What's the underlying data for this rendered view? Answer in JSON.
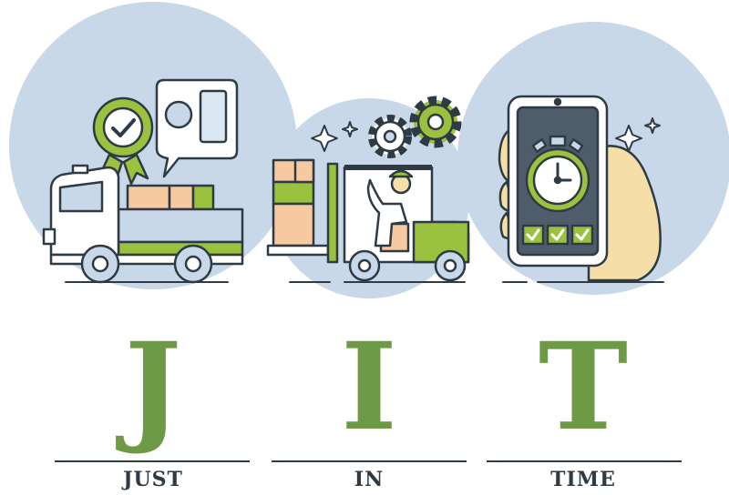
{
  "acronym": {
    "letters": [
      "J",
      "I",
      "T"
    ],
    "words": [
      "JUST",
      "IN",
      "TIME"
    ]
  },
  "colors": {
    "circle": "#c8d8e8",
    "accent_green": "#9cc13e",
    "letter_green": "#6e9a45",
    "outline": "#2f3b44",
    "box": "#f6c9a0",
    "skin": "#f5dfa6"
  },
  "icons": [
    "truck-icon",
    "quality-badge-icon",
    "speech-bubble-icon",
    "forklift-icon",
    "gear-icon",
    "smartphone-icon",
    "stopwatch-icon",
    "checkbox-icon",
    "sparkle-icon"
  ]
}
